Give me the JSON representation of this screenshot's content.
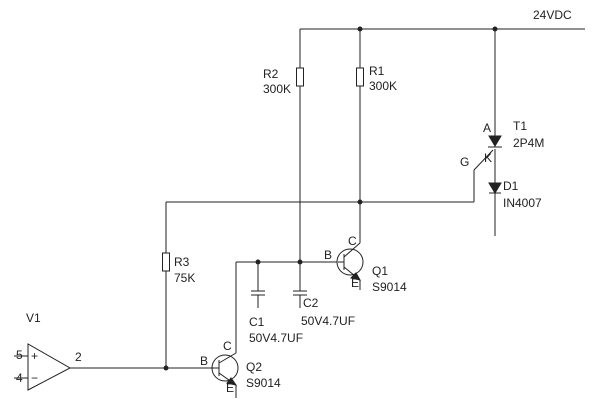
{
  "supply": {
    "label": "24VDC"
  },
  "components": {
    "r1": {
      "ref": "R1",
      "value": "300K"
    },
    "r2": {
      "ref": "R2",
      "value": "300K"
    },
    "r3": {
      "ref": "R3",
      "value": "75K"
    },
    "c1": {
      "ref": "C1",
      "value": "50V4.7UF"
    },
    "c2": {
      "ref": "C2",
      "value": "50V4.7UF"
    },
    "q1": {
      "ref": "Q1",
      "part": "S9014",
      "base": "B",
      "collector": "C",
      "emitter": "E"
    },
    "q2": {
      "ref": "Q2",
      "part": "S9014",
      "base": "B",
      "collector": "C",
      "emitter": "E"
    },
    "t1": {
      "ref": "T1",
      "part": "2P4M",
      "anode": "A",
      "cathode": "K",
      "gate": "G"
    },
    "d1": {
      "ref": "D1",
      "part": "IN4007"
    },
    "v1": {
      "ref": "V1",
      "pin_plus_num": "5",
      "pin_minus_num": "4",
      "plus_sign": "+",
      "minus_sign": "−",
      "output_pin": "2"
    }
  }
}
